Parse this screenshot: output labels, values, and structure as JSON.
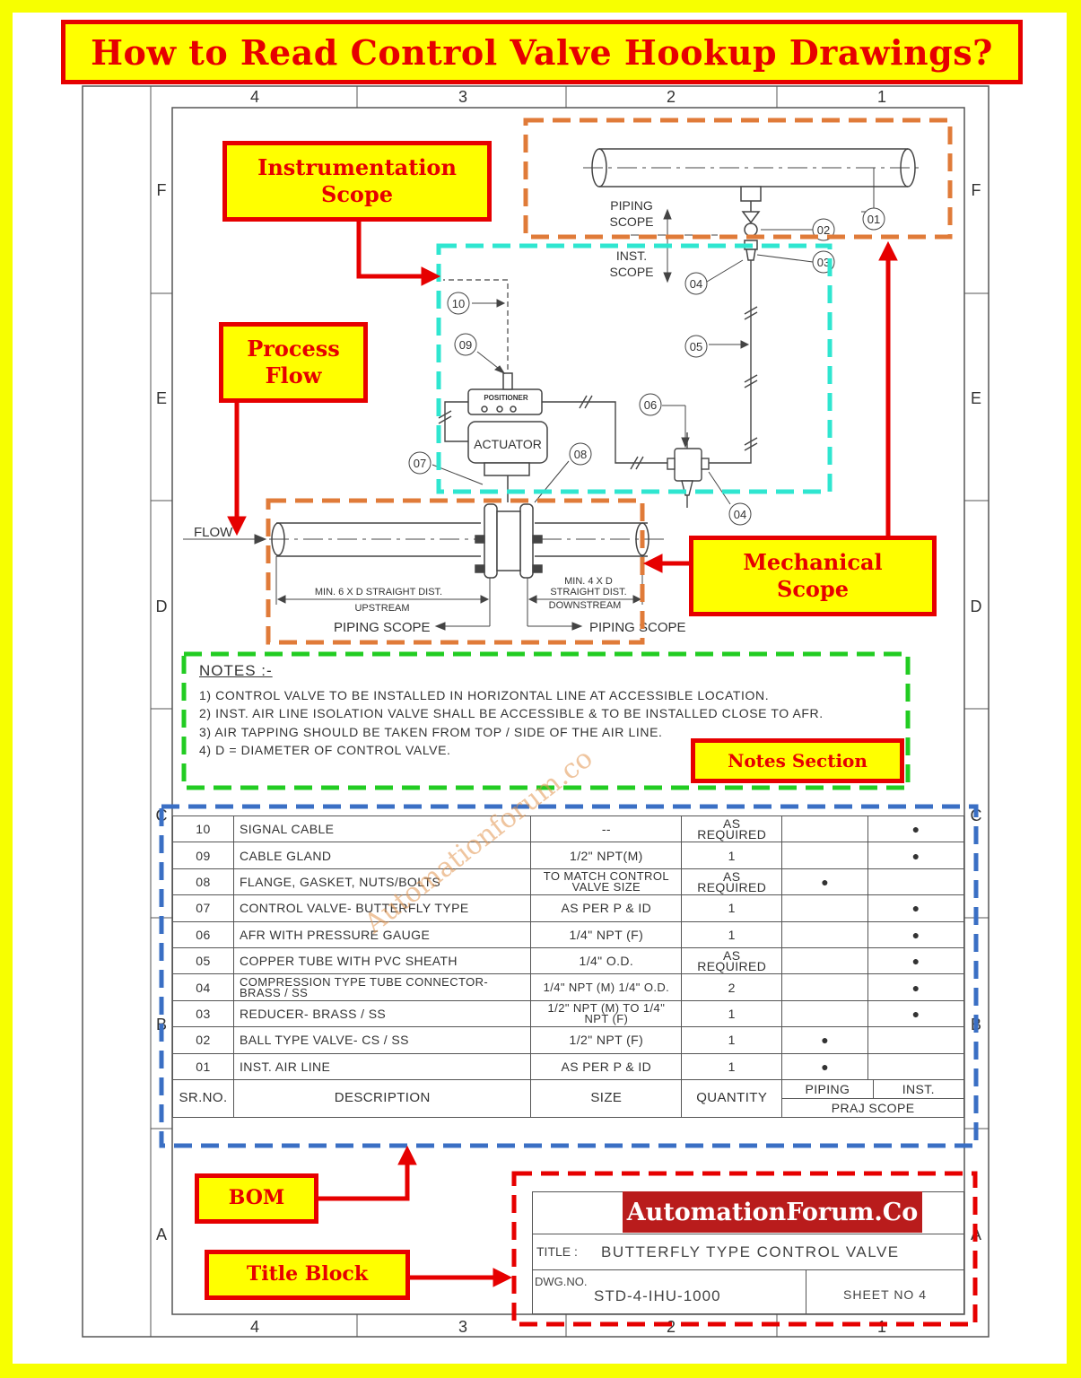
{
  "banner_title": "How to Read Control Valve Hookup Drawings?",
  "callouts": {
    "instrumentation": [
      "Instrumentation",
      "Scope"
    ],
    "process": [
      "Process",
      "Flow"
    ],
    "mechanical": [
      "Mechanical",
      "Scope"
    ],
    "notes": "Notes Section",
    "bom": "BOM",
    "title_block": "Title Block"
  },
  "grid": {
    "columns": [
      "4",
      "3",
      "2",
      "1"
    ],
    "rows": [
      "F",
      "E",
      "D",
      "C",
      "B",
      "A"
    ]
  },
  "diagram": {
    "piping_scope": [
      "PIPING",
      "SCOPE"
    ],
    "inst_scope": [
      "INST.",
      "SCOPE"
    ],
    "positioner": "POSITIONER",
    "actuator": "ACTUATOR",
    "flow": "FLOW",
    "upstream": [
      "MIN. 6 X D STRAIGHT DIST.",
      "UPSTREAM"
    ],
    "downstream": [
      "MIN. 4 X D",
      "STRAIGHT DIST.",
      "DOWNSTREAM"
    ],
    "piping_scope_bottom_left": "PIPING SCOPE",
    "piping_scope_bottom_right": "PIPING SCOPE",
    "balloons": [
      "01",
      "02",
      "03",
      "04",
      "05",
      "06",
      "07",
      "08",
      "09",
      "10"
    ]
  },
  "notes": {
    "heading": "NOTES :-",
    "items": [
      "1) CONTROL VALVE TO BE INSTALLED IN HORIZONTAL LINE AT ACCESSIBLE LOCATION.",
      "2) INST. AIR LINE ISOLATION VALVE SHALL BE ACCESSIBLE & TO BE INSTALLED CLOSE TO AFR.",
      "3) AIR TAPPING SHOULD BE TAKEN FROM TOP / SIDE OF THE AIR LINE.",
      "4) D = DIAMETER OF CONTROL VALVE."
    ]
  },
  "bom": {
    "rows": [
      {
        "sr": "10",
        "desc": "SIGNAL CABLE",
        "size": "--",
        "qty": "AS REQUIRED",
        "piping": "",
        "inst": "●"
      },
      {
        "sr": "09",
        "desc": "CABLE GLAND",
        "size": "1/2\" NPT(M)",
        "qty": "1",
        "piping": "",
        "inst": "●"
      },
      {
        "sr": "08",
        "desc": "FLANGE, GASKET, NUTS/BOLTS",
        "size": "TO MATCH CONTROL VALVE SIZE",
        "qty": "AS REQUIRED",
        "piping": "●",
        "inst": ""
      },
      {
        "sr": "07",
        "desc": "CONTROL VALVE- BUTTERFLY TYPE",
        "size": "AS PER P & ID",
        "qty": "1",
        "piping": "",
        "inst": "●"
      },
      {
        "sr": "06",
        "desc": "AFR WITH PRESSURE GAUGE",
        "size": "1/4\" NPT (F)",
        "qty": "1",
        "piping": "",
        "inst": "●"
      },
      {
        "sr": "05",
        "desc": "COPPER TUBE WITH PVC SHEATH",
        "size": "1/4\" O.D.",
        "qty": "AS REQUIRED",
        "piping": "",
        "inst": "●"
      },
      {
        "sr": "04",
        "desc": "COMPRESSION TYPE TUBE CONNECTOR- BRASS / SS",
        "size": "1/4\" NPT (M) 1/4\" O.D.",
        "qty": "2",
        "piping": "",
        "inst": "●"
      },
      {
        "sr": "03",
        "desc": "REDUCER- BRASS / SS",
        "size": "1/2\" NPT (M) TO 1/4\" NPT (F)",
        "qty": "1",
        "piping": "",
        "inst": "●"
      },
      {
        "sr": "02",
        "desc": "BALL TYPE VALVE- CS / SS",
        "size": "1/2\" NPT (F)",
        "qty": "1",
        "piping": "●",
        "inst": ""
      },
      {
        "sr": "01",
        "desc": "INST. AIR LINE",
        "size": "AS PER P & ID",
        "qty": "1",
        "piping": "●",
        "inst": ""
      }
    ],
    "headers": {
      "sr": "SR.NO.",
      "desc": "DESCRIPTION",
      "size": "SIZE",
      "qty": "QUANTITY",
      "piping": "PIPING",
      "inst": "INST.",
      "scope": "PRAJ SCOPE"
    }
  },
  "watermark": "Automationforum.co",
  "title_block": {
    "brand": "AutomationForum.Co",
    "title_label": "TITLE :",
    "title_value": "BUTTERFLY TYPE CONTROL VALVE",
    "dwg_label": "DWG.NO.",
    "dwg_value": "STD-4-IHU-1000",
    "sheet": "SHEET NO 4"
  },
  "colors": {
    "background": "#f7ff00",
    "callout_fill": "#ffff00",
    "callout_border": "#e60000",
    "orange_box": "#e07b39",
    "cyan_box": "#2fe6d0",
    "green_box": "#22cc22",
    "blue_box": "#3a6fc4",
    "red_box": "#e60000",
    "brand_fill": "#b91c1c"
  }
}
